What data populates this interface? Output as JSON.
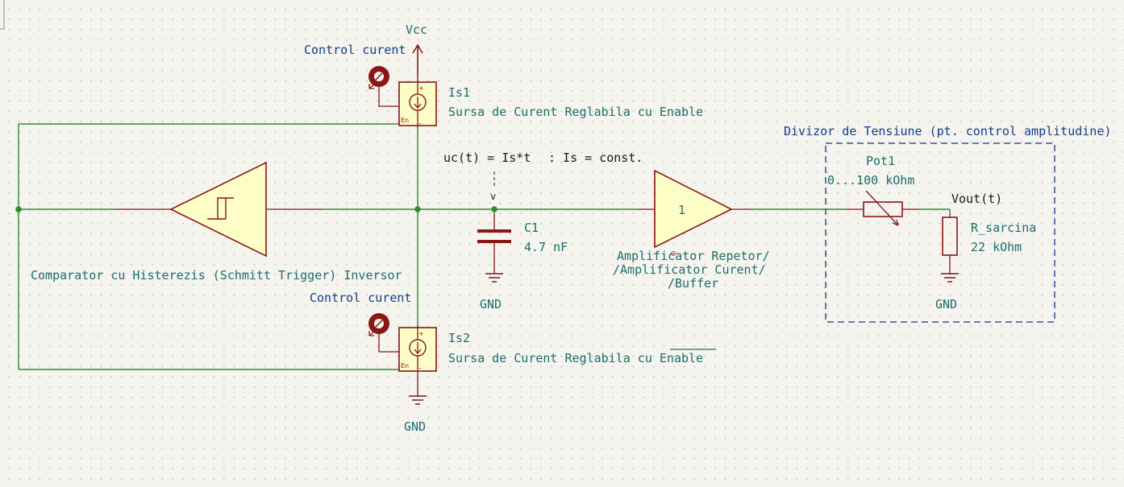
{
  "nets": {
    "vcc": "Vcc",
    "gnd_bottom": "GND",
    "gnd_c1": "GND",
    "gnd_divider": "GND",
    "vout": "Vout(t)"
  },
  "current_source_1": {
    "reference": "Is1",
    "value": "Sursa de Curent Reglabila cu Enable",
    "control_label": "Control curent",
    "enable_pin": "En"
  },
  "current_source_2": {
    "reference": "Is2",
    "value_prefix": "Sursa de Curent Reglabila cu ",
    "value_overbar": "Enable",
    "control_label": "Control curent",
    "enable_pin": "En"
  },
  "comparator": {
    "label": "Comparator cu Histerezis (Schmitt Trigger) Inversor"
  },
  "capacitor": {
    "reference": "C1",
    "value": "4.7 nF"
  },
  "capacitor_equation": {
    "lhs": "uc(t) = Is*t",
    "condition": ": Is = const.",
    "arrow": "v"
  },
  "buffer": {
    "gain": "1",
    "label_line1": "Amplificator Repetor/",
    "label_line2": "/Amplificator Curent/",
    "label_line3": "/Buffer"
  },
  "divider": {
    "title": "Divizor de Tensiune (pt. control amplitudine)",
    "pot_reference": "Pot1",
    "pot_value": "0...100 kOhm",
    "load_reference": "R_sarcina",
    "load_value": "22 kOhm"
  },
  "colors": {
    "wire": "#2f8f2f",
    "component": "#8a1717",
    "component_fill": "#fdfdc6",
    "text": "#1b6e6e",
    "control_text": "#123f8c",
    "background": "#f5f4ef"
  }
}
